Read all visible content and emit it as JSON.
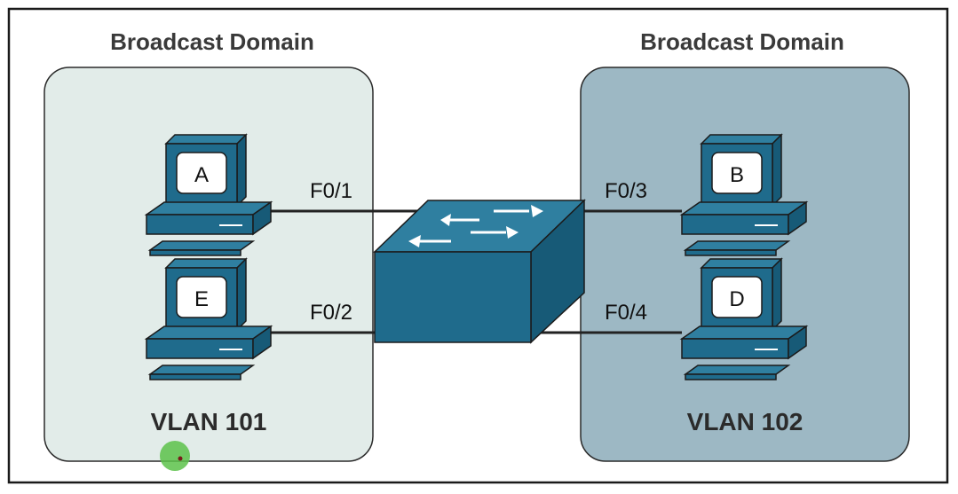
{
  "domains": {
    "left": {
      "title": "Broadcast Domain",
      "vlan": "VLAN 101",
      "fill": "#e2ece9"
    },
    "right": {
      "title": "Broadcast Domain",
      "vlan": "VLAN 102",
      "fill": "#9db8c4"
    }
  },
  "hosts": {
    "a": {
      "label": "A"
    },
    "e": {
      "label": "E"
    },
    "b": {
      "label": "B"
    },
    "d": {
      "label": "D"
    }
  },
  "ports": {
    "f01": "F0/1",
    "f02": "F0/2",
    "f03": "F0/3",
    "f04": "F0/4"
  },
  "colors": {
    "device": "#1f6b8c",
    "device_dark": "#175a77",
    "device_top": "#2f7fa0",
    "outline": "#2a2a2a",
    "link": "#222222",
    "cursor": "#5cc24a"
  }
}
